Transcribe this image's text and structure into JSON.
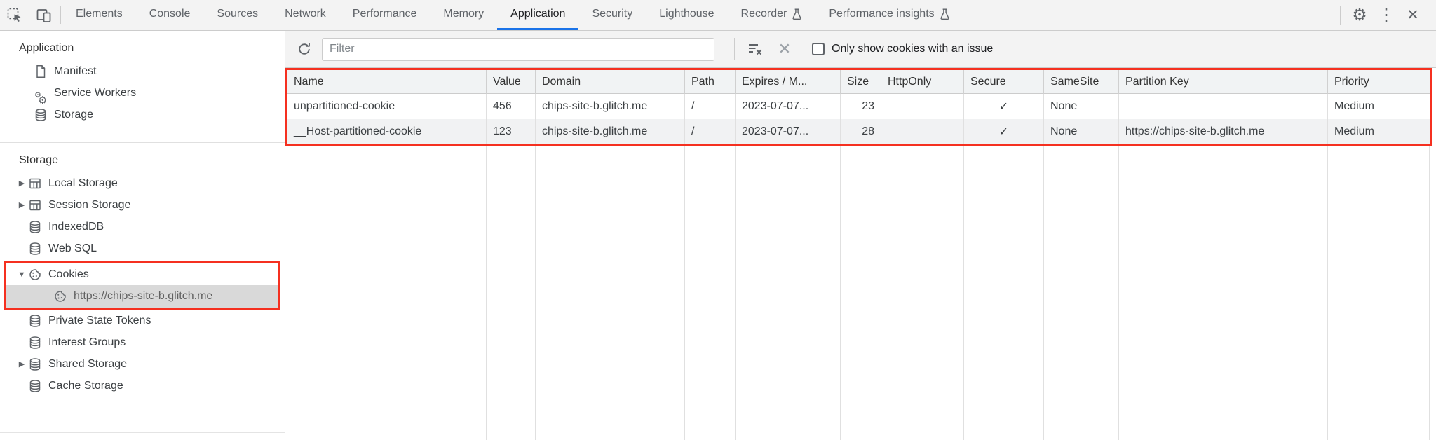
{
  "toolbar": {
    "tabs": [
      {
        "label": "Elements"
      },
      {
        "label": "Console"
      },
      {
        "label": "Sources"
      },
      {
        "label": "Network"
      },
      {
        "label": "Performance"
      },
      {
        "label": "Memory"
      },
      {
        "label": "Application",
        "active": true
      },
      {
        "label": "Security"
      },
      {
        "label": "Lighthouse"
      },
      {
        "label": "Recorder",
        "experimental": true
      },
      {
        "label": "Performance insights",
        "experimental": true
      }
    ]
  },
  "sidebar": {
    "application_section": {
      "title": "Application",
      "items": [
        {
          "label": "Manifest",
          "icon": "file-icon"
        },
        {
          "label": "Service Workers",
          "icon": "gears-icon"
        },
        {
          "label": "Storage",
          "icon": "database-icon"
        }
      ]
    },
    "storage_section": {
      "title": "Storage",
      "items": [
        {
          "label": "Local Storage",
          "icon": "table-icon",
          "expander": "collapsed"
        },
        {
          "label": "Session Storage",
          "icon": "table-icon",
          "expander": "collapsed"
        },
        {
          "label": "IndexedDB",
          "icon": "database-icon"
        },
        {
          "label": "Web SQL",
          "icon": "database-icon"
        },
        {
          "label": "Cookies",
          "icon": "cookie-icon",
          "expander": "expanded"
        },
        {
          "label": "https://chips-site-b.glitch.me",
          "icon": "cookie-icon",
          "selected": true
        },
        {
          "label": "Private State Tokens",
          "icon": "database-icon"
        },
        {
          "label": "Interest Groups",
          "icon": "database-icon"
        },
        {
          "label": "Shared Storage",
          "icon": "database-icon",
          "expander": "collapsed"
        },
        {
          "label": "Cache Storage",
          "icon": "database-icon"
        }
      ]
    },
    "expanded_arrow": "▼",
    "collapsed_arrow": "▶"
  },
  "cookie_panel": {
    "filter_placeholder": "Filter",
    "checkbox_label": "Only show cookies with an issue",
    "checkbox_checked": false,
    "table": {
      "headers": [
        "Name",
        "Value",
        "Domain",
        "Path",
        "Expires / M...",
        "Size",
        "HttpOnly",
        "Secure",
        "SameSite",
        "Partition Key",
        "Priority"
      ],
      "rows": [
        {
          "name": "unpartitioned-cookie",
          "value": "456",
          "domain": "chips-site-b.glitch.me",
          "path": "/",
          "expires": "2023-07-07...",
          "size": "23",
          "http_only": "",
          "secure": "✓",
          "same_site": "None",
          "partition_key": "",
          "priority": "Medium"
        },
        {
          "name": "__Host-partitioned-cookie",
          "value": "123",
          "domain": "chips-site-b.glitch.me",
          "path": "/",
          "expires": "2023-07-07...",
          "size": "28",
          "http_only": "",
          "secure": "✓",
          "same_site": "None",
          "partition_key": "https://chips-site-b.glitch.me",
          "priority": "Medium"
        }
      ]
    }
  },
  "colors": {
    "accent_blue": "#1a73e8",
    "annotation_red": "#f53020",
    "toolbar_gray": "#f3f3f3",
    "selection_gray": "#d9d9d9"
  }
}
